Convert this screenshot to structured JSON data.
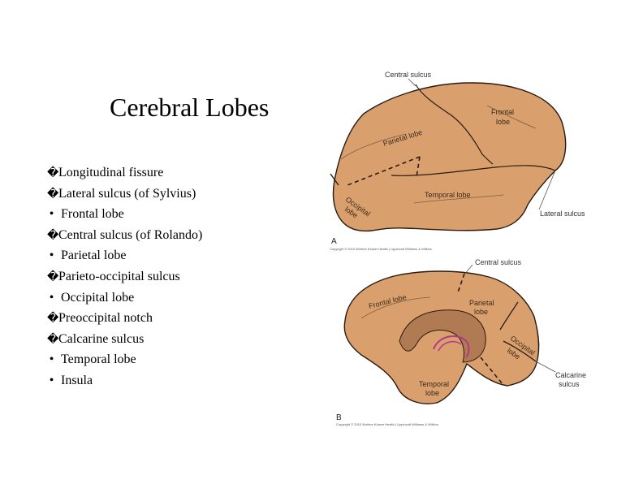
{
  "slide": {
    "title": "Cerebral Lobes",
    "bullets": [
      {
        "mark": "box",
        "text": "Longitudinal fissure"
      },
      {
        "mark": "box",
        "text": "Lateral sulcus (of Sylvius)"
      },
      {
        "mark": "round",
        "text": "Frontal lobe"
      },
      {
        "mark": "box",
        "text": "Central sulcus (of Rolando)"
      },
      {
        "mark": "round",
        "text": "Parietal lobe"
      },
      {
        "mark": "box",
        "text": "Parieto-occipital sulcus"
      },
      {
        "mark": "round",
        "text": "Occipital lobe"
      },
      {
        "mark": "box",
        "text": "Preoccipital notch"
      },
      {
        "mark": "box",
        "text": "Calcarine sulcus"
      },
      {
        "mark": "round",
        "text": "Temporal lobe"
      },
      {
        "mark": "round",
        "text": "Insula"
      }
    ]
  },
  "figure": {
    "colors": {
      "brain_fill": "#d9a06e",
      "brain_stroke": "#2a1a10",
      "dashed_line": "#2a1a10",
      "callosum_accent": "#b03a8a"
    },
    "panel_a": {
      "letter": "A",
      "central_sulcus": "Central sulcus",
      "frontal_lobe": [
        "Frontal",
        "lobe"
      ],
      "parietal_lobe": "Parietal lobe",
      "temporal_lobe": "Temporal lobe",
      "occipital_lobe": [
        "Occipital",
        "lobe"
      ],
      "lateral_sulcus": "Lateral sulcus",
      "copyright": "Copyright © 2010 Wolters Kluwer Health | Lippincott Williams & Wilkins"
    },
    "panel_b": {
      "letter": "B",
      "central_sulcus": "Central sulcus",
      "frontal_lobe": "Frontal lobe",
      "parietal_lobe": [
        "Parietal",
        "lobe"
      ],
      "occipital_lobe": [
        "Occipital",
        "lobe"
      ],
      "temporal_lobe": [
        "Temporal",
        "lobe"
      ],
      "calcarine_sulcus": [
        "Calcarine",
        "sulcus"
      ],
      "copyright": "Copyright © 2010 Wolters Kluwer Health | Lippincott Williams & Wilkins"
    }
  }
}
